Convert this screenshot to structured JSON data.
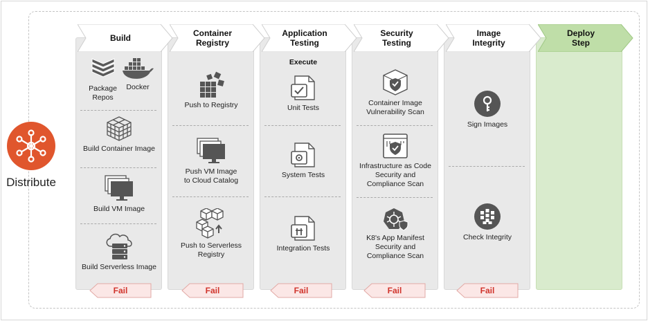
{
  "distribute": {
    "label": "Distribute",
    "color": "#e0562d"
  },
  "stages": [
    {
      "title": "Build",
      "fail": "Fail",
      "items": [
        "Package\nRepos",
        "Docker",
        "Build Container Image",
        "Build VM Image",
        "Build Serverless Image"
      ]
    },
    {
      "title": "Container\nRegistry",
      "fail": "Fail",
      "items": [
        "Push to Registry",
        "Push VM Image\nto Cloud Catalog",
        "Push to Serverless\nRegistry"
      ]
    },
    {
      "title": "Application\nTesting",
      "fail": "Fail",
      "subtitle": "Execute",
      "items": [
        "Unit Tests",
        "System Tests",
        "Integration Tests"
      ]
    },
    {
      "title": "Security\nTesting",
      "fail": "Fail",
      "items": [
        "Container Image\nVulnerability Scan",
        "Infrastructure as Code\nSecurity and\nCompliance Scan",
        "K8's App Manifest\nSecurity and\nCompliance Scan"
      ]
    },
    {
      "title": "Image\nIntegrity",
      "fail": "Fail",
      "items": [
        "Sign Images",
        "Check Integrity"
      ]
    },
    {
      "title": "Deploy\nStep"
    }
  ],
  "colors": {
    "fail_text": "#d0342c",
    "column_bg": "#e9e9e9",
    "deploy_bg": "#d9ebcd",
    "icon_dark": "#555555"
  }
}
